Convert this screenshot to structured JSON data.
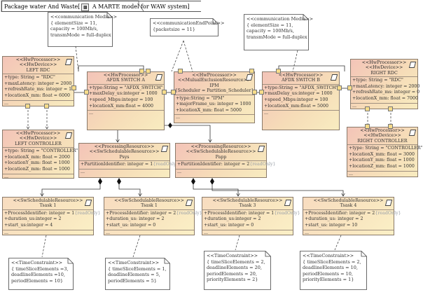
{
  "frame": {
    "title_prefix": "Package water And Waste[",
    "title_suffix": " A MARTE model for WAW system]"
  },
  "notes": [
    {
      "key": "comm_media_left",
      "lines": [
        "<<communication Media>>",
        "{ elementSize = 11,",
        "   capacity = 100Mb/s,",
        "   transmMode = full-duplex"
      ]
    },
    {
      "key": "comm_endpoint",
      "lines": [
        "<<communicationEndPoint>>",
        "{packetsize = 11}"
      ]
    },
    {
      "key": "comm_media_right",
      "lines": [
        "<<communication Media>>",
        "{ elementSize = 11,",
        "   capacity = 100Mb/s,",
        "   transmMode = full-duplex"
      ]
    },
    {
      "key": "tc1",
      "lines": [
        "<<TimeConstraint>>",
        "{ timeSliceElements =3,",
        "  deadlineElements =10,",
        "  periodElements = 10}"
      ]
    },
    {
      "key": "tc2",
      "lines": [
        "<<TimeConstraint>>",
        "{ timeSliceElements = 1,",
        "  deadlineElements = 5,",
        "  periodElements = 5}"
      ]
    },
    {
      "key": "tc3",
      "lines": [
        "<<TimeConstraint>>",
        "{ timeSliceElements = 2,",
        "  deadlineElements = 20,",
        "  periodElements = 20,",
        "  priorityElements = 2}"
      ]
    },
    {
      "key": "tc4",
      "lines": [
        "<<TimeConstraint>>",
        "{ timeSliceElements = 2,",
        "  deadlineElements = 10,",
        "  periodElements = 10,",
        "  priorityElements = 1}"
      ]
    }
  ],
  "boxes": [
    {
      "key": "left_rdc",
      "stereo": [
        "<<HwProcessor>>",
        "<<HwDevice>>"
      ],
      "name": "LEFT RDC",
      "attrs": [
        "+type: String = \"RDC\"",
        "+maxLatency: integer = 2000",
        "+refreshRate_ms: integer = 10",
        "+locationX_mm: float = 6000"
      ]
    },
    {
      "key": "afdx_a",
      "stereo": [
        "<<HwProcessor>>"
      ],
      "name": "AFDX SWITCH A",
      "attrs": [
        "+type:String = \"AFDX_SWITCH\"",
        "+maxDelay_us:integer = 1000",
        "+speed_Mbps:integer = 100",
        "+locationX_mm:float = 4000"
      ]
    },
    {
      "key": "ipm",
      "stereo": [
        "<<HwProcessor>>",
        "<<MulualExclusionResource>>"
      ],
      "name": "IPM",
      "name2": "{Scheduler = Partition_Scheduler}",
      "attrs": [
        "+type:String = \"IPM\"",
        "+majorFrame_us: integer = 1000",
        "+locationX_mm: float = 5000"
      ]
    },
    {
      "key": "afdx_b",
      "stereo": [
        "<<HwProcessor>>"
      ],
      "name": "AFDX SWITCH B",
      "attrs": [
        "+type:String = \"AFDX_SWITCH\"",
        "+maxDelay_us:integer = 1000",
        "+speed_Mbps:integer = 100",
        "+locationX_mm:float = 5000"
      ]
    },
    {
      "key": "right_rdc",
      "stereo": [
        "<<HwProcessor>>",
        "<<HwDevice>>"
      ],
      "name": "RIGHT RDC",
      "attrs": [
        "+type: String = \"RDC\"",
        "+maxLatency: integer = 2000",
        "+refreshRate_ms: integer = 0",
        "+locationX_mm: float = 7000"
      ]
    },
    {
      "key": "left_ctrl",
      "stereo": [
        "<<HwProcessor>>",
        "<<HwDevice>>"
      ],
      "name": "LEFT CONTROLLER",
      "attrs": [
        "+type: String = \"CONTROLLER\"",
        "+locationX_mm: float = 2000",
        "+locationY_mm: float = 1000",
        "+locationZ_mm: float = 1000"
      ]
    },
    {
      "key": "right_ctrl",
      "stereo": [
        "<<HwProcessor>>",
        "<<HwDevice>>"
      ],
      "name": "RIGHT CONTROLLER",
      "attrs": [
        "+type: String = \"CONTROLLER\"",
        "+locationX_mm: float = 3000",
        "+locationY_mm: float = 1000",
        "+locationZ_mm: float = 1000"
      ]
    },
    {
      "key": "psys",
      "stereo": [
        "<<ProcessingResource>>",
        "<<SwSchedulableResource>>"
      ],
      "name": "Psys",
      "attrs": [
        "+PartitionIdentifier: integer = 1"
      ],
      "readonly": "{readOnly}"
    },
    {
      "key": "papp",
      "stereo": [
        "<<ProcessingResource>>",
        "<<SwSchedulableResource>>"
      ],
      "name": "Papp",
      "attrs": [
        "+PartitionIdentifier: integer = 2"
      ],
      "readonly": "{readOnly}"
    },
    {
      "key": "tsask1a",
      "stereo": [
        "<<SwSchedulableResource>>"
      ],
      "name": "Tsask 1",
      "attrs": [
        "+ProcessIdentifier: integer = 1",
        "+duration_us:integer = 2",
        "+start_us:integer = 4"
      ],
      "readonly": "{readOnly}"
    },
    {
      "key": "tsask1b",
      "stereo": [
        "<<SwSchedulableResource>>"
      ],
      "name": "Tsask 1",
      "attrs": [
        "+ProcessIdentifier: integer = 2",
        "+duration_us: integer = 2",
        "+start_us: integer = 0"
      ],
      "readonly": "{readOnly}"
    },
    {
      "key": "tsask3",
      "stereo": [
        "<<SwSchedulableResource>>"
      ],
      "name": "Tsask 3",
      "attrs": [
        "+ProcessIdentifier: integer = 1",
        "+duration_us:integer = 2",
        "+start_us: integer = 0"
      ],
      "readonly": "{readOnly}"
    },
    {
      "key": "tsask4",
      "stereo": [
        "<<SwSchedulableResource>>"
      ],
      "name": "Tsask 4",
      "attrs": [
        "+ProcessIdentifier: integer = 2",
        "+duration_us: integer = 2",
        "+start_us: integer = 10"
      ],
      "readonly": "{readOnly}"
    }
  ],
  "ops_text": "..."
}
